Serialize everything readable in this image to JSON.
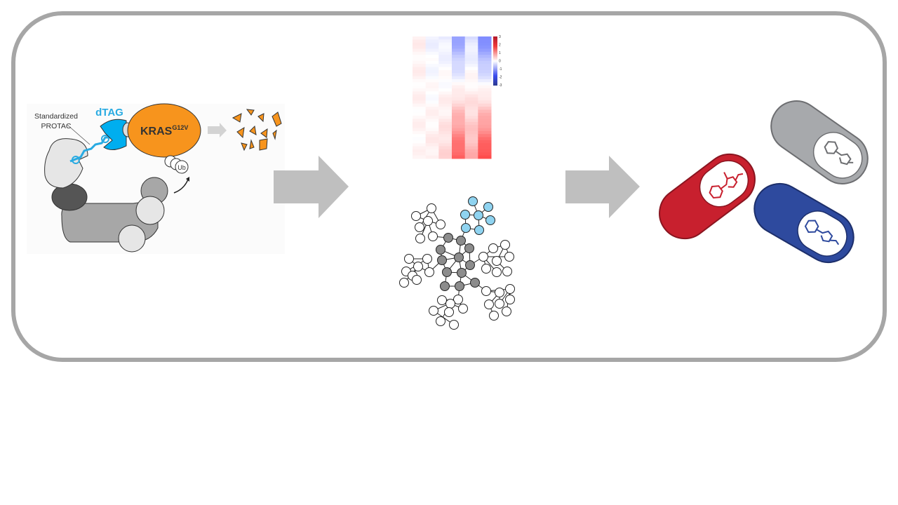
{
  "protac_panel": {
    "linker_label_line1": "Standardized",
    "linker_label_line2": "PROTAC",
    "tag_label": "dTAG",
    "target_label": "KRAS",
    "target_superscript": "G12V",
    "ubiquitin_label": "Ub"
  },
  "heatmap": {
    "colorbar_ticks": [
      "3",
      "2",
      "1",
      "0",
      "-1",
      "-2",
      "-3"
    ],
    "columns": 6,
    "top_values": [
      0.2,
      -0.2,
      -0.3,
      -1.6,
      -0.5,
      -2.0
    ],
    "bottom_values": [
      0.1,
      0.3,
      0.6,
      2.5,
      1.2,
      2.8
    ]
  },
  "colors": {
    "frame": "#a6a6a6",
    "arrow": "#bfbfbf",
    "dtag": "#00aeef",
    "kras": "#f7941d",
    "network_hub": "#8c8c8c",
    "network_highlight": "#8fd3f0",
    "pill_red": "#c8202e",
    "pill_gray": "#a7a9ac",
    "pill_blue": "#2e4a9e"
  }
}
